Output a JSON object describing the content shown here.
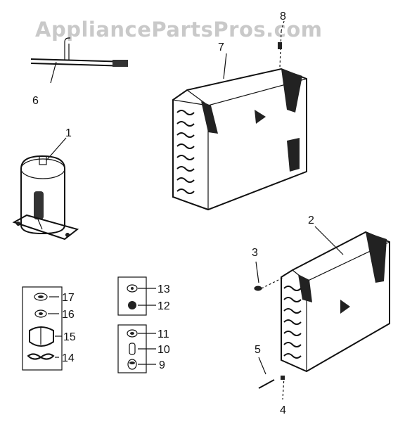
{
  "watermark": "AppliancePartsPros.com",
  "callouts": {
    "c1": "1",
    "c2": "2",
    "c3": "3",
    "c4": "4",
    "c5": "5",
    "c6": "6",
    "c7": "7",
    "c8": "8",
    "c9": "9",
    "c10": "10",
    "c11": "11",
    "c12": "12",
    "c13": "13",
    "c14": "14",
    "c15": "15",
    "c16": "16",
    "c17": "17"
  },
  "colors": {
    "ink": "#111111",
    "watermark": "#c9c9c9",
    "background": "#ffffff"
  }
}
